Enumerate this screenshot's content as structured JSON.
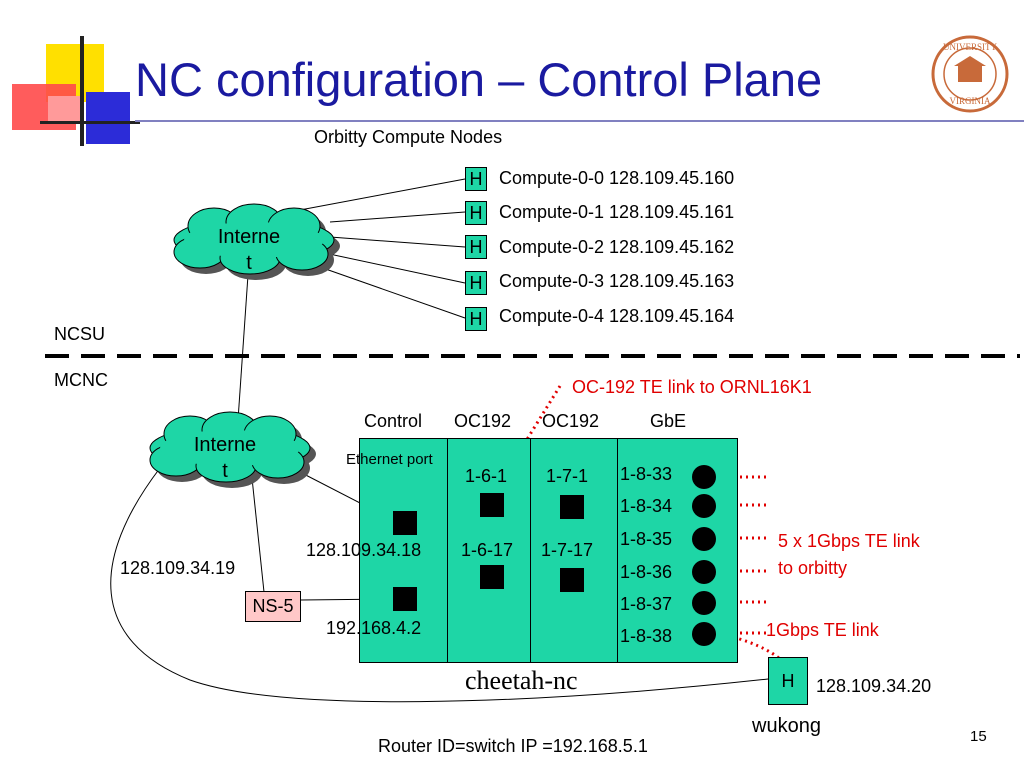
{
  "slide": {
    "title": "NC configuration – Control Plane",
    "page_number": "15"
  },
  "compute": {
    "heading": "Orbitty Compute Nodes",
    "host_label": "H",
    "nodes": [
      {
        "name": "Compute-0-0 128.109.45.160"
      },
      {
        "name": "Compute-0-1 128.109.45.161"
      },
      {
        "name": "Compute-0-2 128.109.45.162"
      },
      {
        "name": "Compute-0-3 128.109.45.163"
      },
      {
        "name": "Compute-0-4 128.109.45.164"
      }
    ]
  },
  "internet_top": {
    "line1": "Interne",
    "line2": "t"
  },
  "internet_bottom": {
    "line1": "Interne",
    "line2": "t"
  },
  "regions": {
    "upper": "NCSU",
    "lower": "MCNC"
  },
  "annotations": {
    "oc192_link": "OC-192 TE link to ORNL16K1",
    "gbps5_line1": "5 x 1Gbps TE link",
    "gbps5_line2": "to orbitty",
    "gbps1": "1Gbps TE link"
  },
  "switch": {
    "name": "cheetah-nc",
    "router_id": "Router ID=switch IP =192.168.5.1",
    "columns": {
      "control": "Control",
      "oc192_a": "OC192",
      "oc192_b": "OC192",
      "gbe": "GbE"
    },
    "ethernet_port": "Ethernet port",
    "control_ips": {
      "upper": "128.109.34.18",
      "lower": "192.168.4.2"
    },
    "ports": {
      "p161": "1-6-1",
      "p171": "1-7-1",
      "p1617": "1-6-17",
      "p1717": "1-7-17",
      "gbe": [
        "1-8-33",
        "1-8-34",
        "1-8-35",
        "1-8-36",
        "1-8-37",
        "1-8-38"
      ]
    }
  },
  "ns5": {
    "label": "NS-5",
    "ip": "128.109.34.19"
  },
  "wukong": {
    "host_label": "H",
    "ip": "128.109.34.20",
    "name": "wukong"
  }
}
